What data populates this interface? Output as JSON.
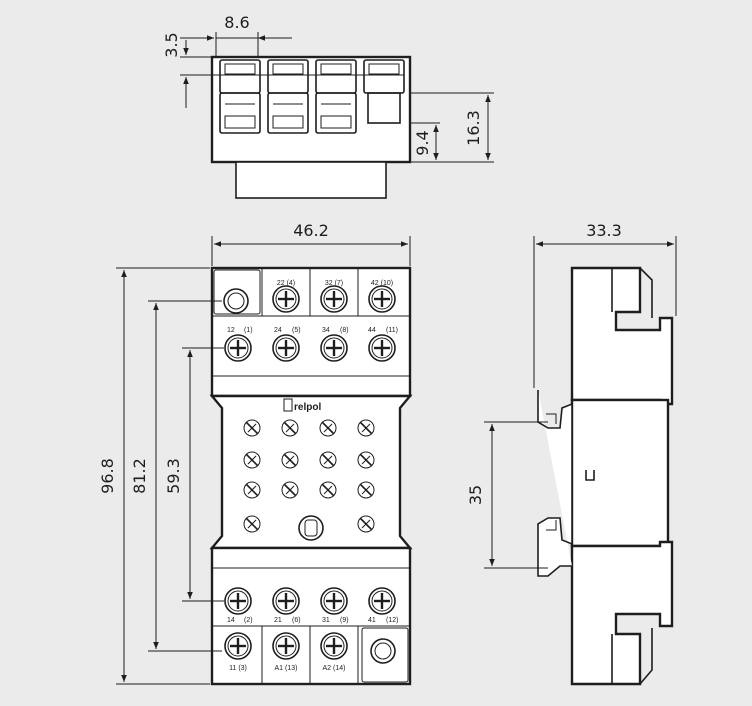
{
  "diagram": {
    "dimensions": {
      "pin_pitch": "8.6",
      "pin_top": "3.5",
      "height_side": "16.3",
      "height_inner": "9.4",
      "width": "46.2",
      "depth": "33.3",
      "length_total": "96.8",
      "length_mid": "81.2",
      "length_inner": "59.3",
      "rail": "35"
    },
    "brand": "relpol",
    "terminals_top": [
      "22 (4)",
      "32 (7)",
      "42 (10)"
    ],
    "terminals_second": [
      "12",
      "(1)",
      "24",
      "(5)",
      "34",
      "(8)",
      "44",
      "(11)"
    ],
    "terminals_lower": [
      "14",
      "(2)",
      "21",
      "(6)",
      "31",
      "(9)",
      "41",
      "(12)"
    ],
    "terminals_bottom": [
      "11 (3)",
      "A1 (13)",
      "A2 (14)"
    ]
  }
}
